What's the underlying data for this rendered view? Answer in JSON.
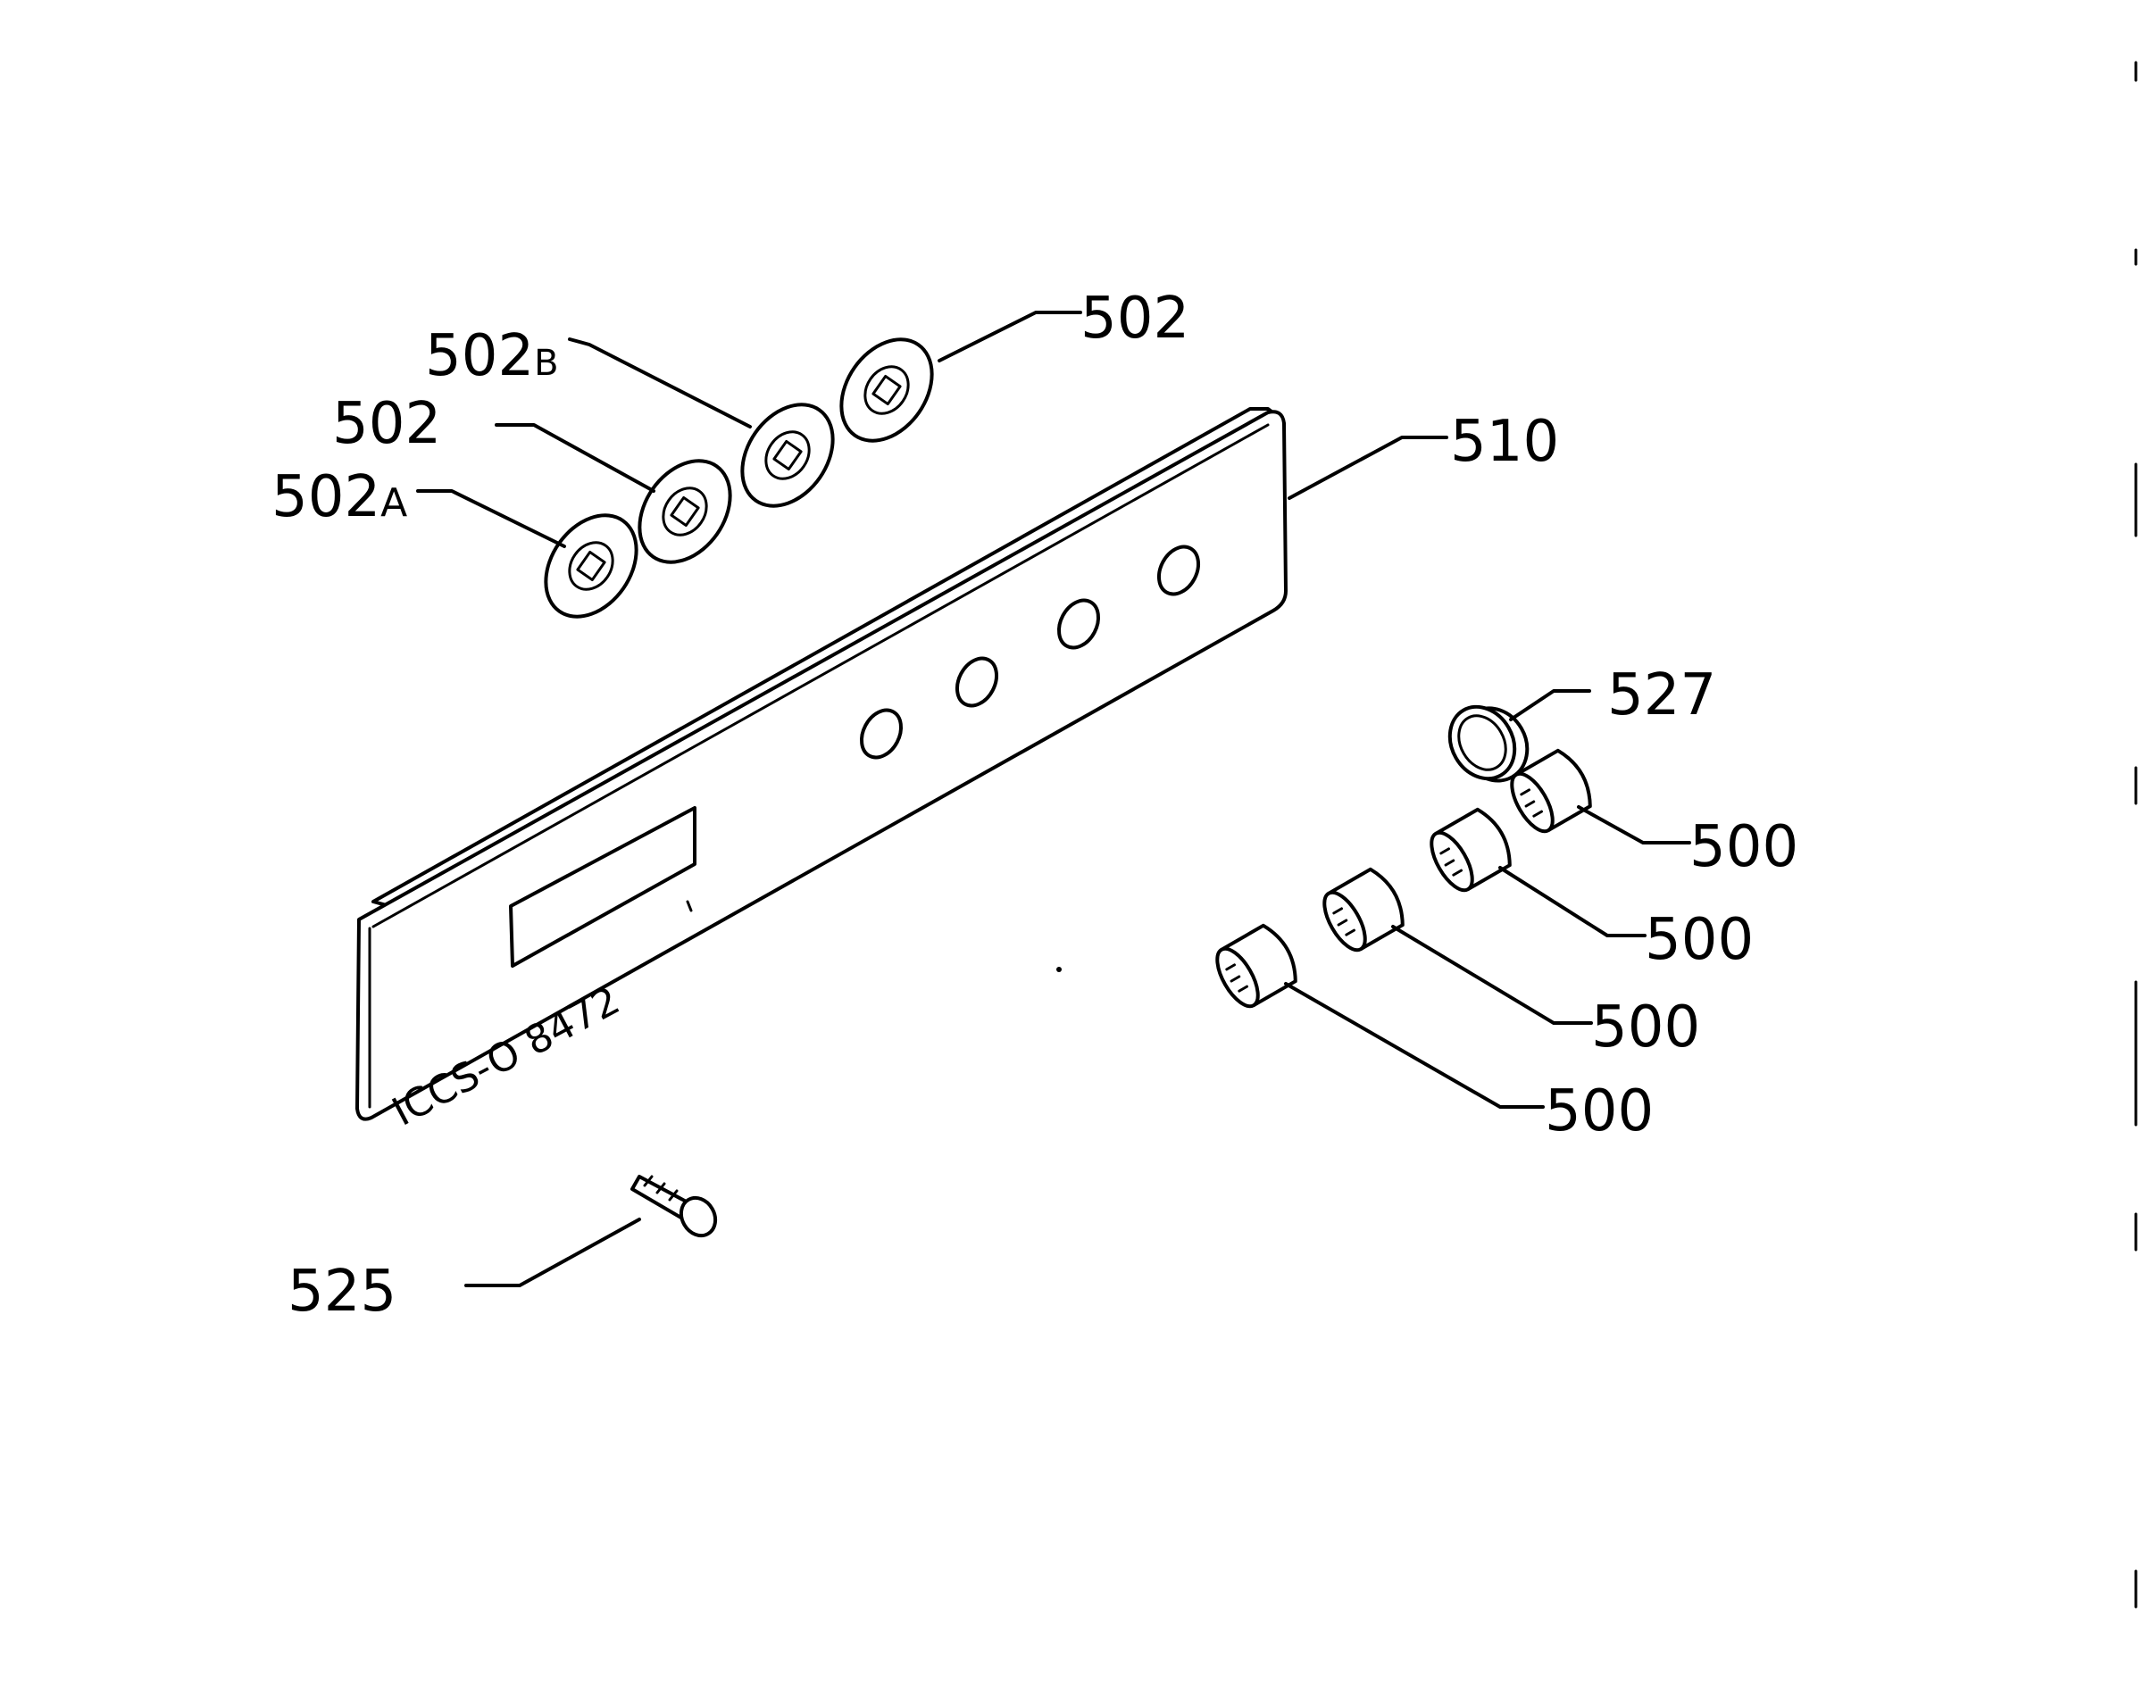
{
  "labels": {
    "l502b": "502",
    "l502b_suffix": "B",
    "l502_left": "502",
    "l502a": "502",
    "l502a_suffix": "A",
    "l502_right": "502",
    "l510": "510",
    "l527": "527",
    "l500_1": "500",
    "l500_2": "500",
    "l500_3": "500",
    "l500_4": "500",
    "l525": "525"
  },
  "panel_marking": "ICCS-O 8472",
  "icons": {
    "bezel": "ring-bezel-icon",
    "knob": "control-knob-icon",
    "ring": "trim-ring-icon",
    "screw": "screw-icon",
    "panel": "control-panel-icon"
  }
}
